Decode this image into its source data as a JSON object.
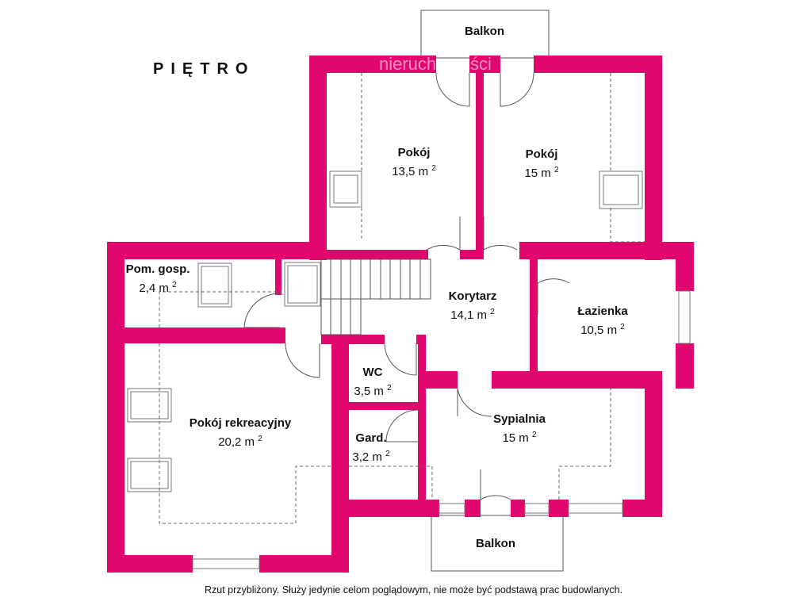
{
  "title": "PIĘTRO",
  "watermark": "nieruchomości",
  "colors": {
    "walls": "#e2076f"
  },
  "rooms": [
    {
      "name": "Balkon",
      "area": ""
    },
    {
      "name": "Pokój",
      "area": "13,5 m",
      "unit_sup": "2"
    },
    {
      "name": "Pokój",
      "area": "15 m",
      "unit_sup": "2"
    },
    {
      "name": "Pom. gosp.",
      "area": "2,4 m",
      "unit_sup": "2"
    },
    {
      "name": "Korytarz",
      "area": "14,1 m",
      "unit_sup": "2"
    },
    {
      "name": "Łazienka",
      "area": "10,5 m",
      "unit_sup": "2"
    },
    {
      "name": "WC",
      "area": "3,5 m",
      "unit_sup": "2"
    },
    {
      "name": "Pokój rekreacyjny",
      "area": "20,2 m",
      "unit_sup": "2"
    },
    {
      "name": "Sypialnia",
      "area": "15 m",
      "unit_sup": "2"
    },
    {
      "name": "Gard.",
      "area": "3,2 m",
      "unit_sup": "2"
    },
    {
      "name": "Balkon",
      "area": ""
    }
  ],
  "footnote": "Rzut przybliżony. Służy jedynie celom poglądowym, nie może być podstawą prac budowlanych."
}
